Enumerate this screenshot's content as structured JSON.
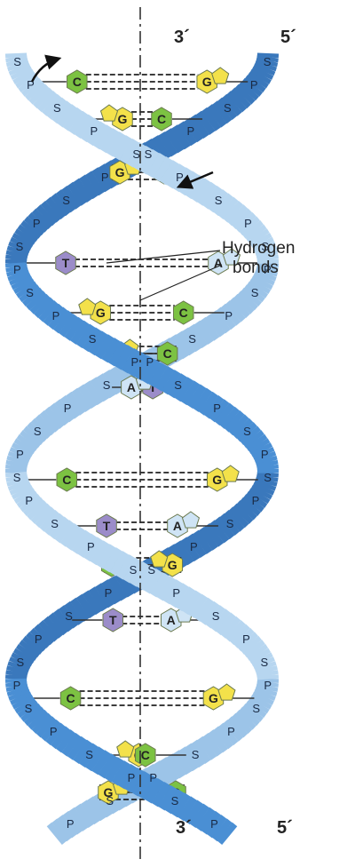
{
  "labels": {
    "top_left_end": "3´",
    "top_right_end": "5´",
    "bottom_left_end": "3´",
    "bottom_right_end": "5´",
    "annotation_line1": "Hydrogen",
    "annotation_line2": "bonds",
    "sugar": "S",
    "phosphate": "P"
  },
  "base_pairs": [
    {
      "left": "C",
      "right": "G"
    },
    {
      "left": "G",
      "right": "C"
    },
    {
      "left": "C",
      "right": "G"
    },
    {
      "left": "T",
      "right": "A"
    },
    {
      "left": "G",
      "right": "C"
    },
    {
      "left": "C",
      "right": "G"
    },
    {
      "left": "T",
      "right": "A"
    },
    {
      "left": "C",
      "right": "G"
    },
    {
      "left": "T",
      "right": "A"
    },
    {
      "left": "G",
      "right": "C"
    },
    {
      "left": "T",
      "right": "A"
    },
    {
      "left": "C",
      "right": "G"
    },
    {
      "left": "G",
      "right": "C"
    },
    {
      "left": "C",
      "right": "G"
    }
  ],
  "colors": {
    "strand_dark": "#3f82c8",
    "strand_light": "#a9cdec",
    "strand_edge": "#1f4f86",
    "C": "#7cc242",
    "G": "#f3e14a",
    "T": "#9b8cc9",
    "A": "#cfe4f5",
    "bond": "#222222"
  },
  "icons": {
    "arrow_top": "curved-arrow-icon",
    "arrow_mid": "arrow-left-down-icon"
  }
}
